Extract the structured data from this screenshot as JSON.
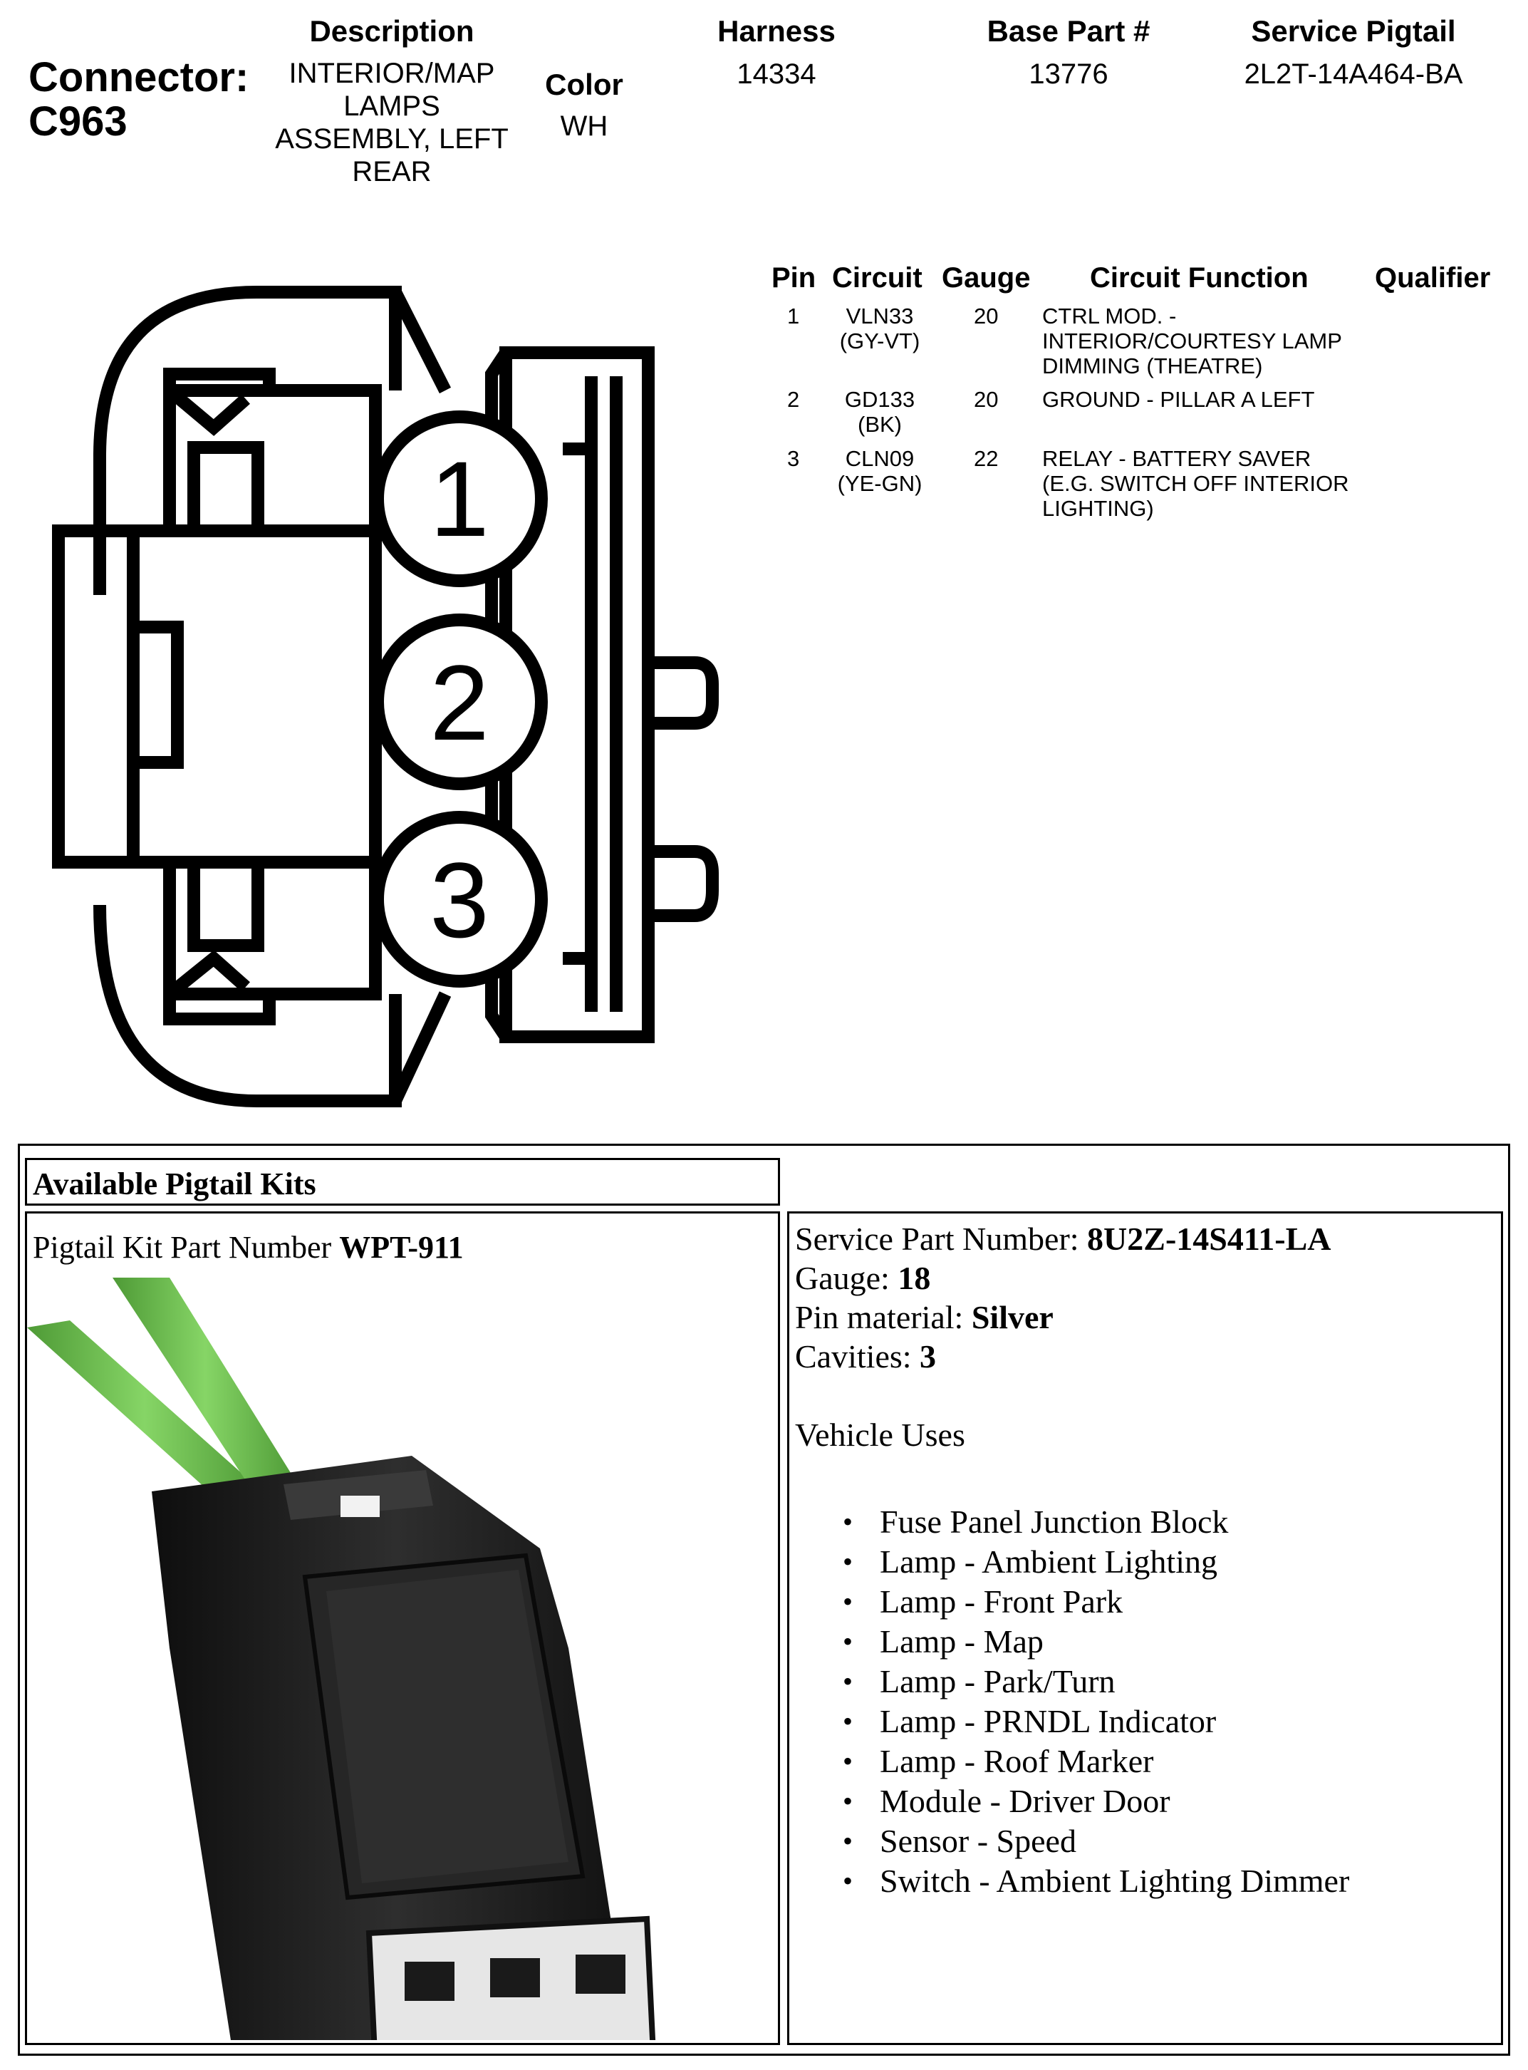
{
  "header": {
    "connector_label": "Connector:",
    "connector_id": "C963",
    "columns": {
      "description": "Description",
      "color": "Color",
      "harness": "Harness",
      "base_part": "Base Part #",
      "service_pigtail": "Service Pigtail"
    },
    "values": {
      "description_lines": [
        "INTERIOR/MAP",
        "LAMPS",
        "ASSEMBLY, LEFT",
        "REAR"
      ],
      "color": "WH",
      "harness": "14334",
      "base_part": "13776",
      "service_pigtail": "2L2T-14A464-BA"
    }
  },
  "pin_table": {
    "headers": {
      "pin": "Pin",
      "circuit": "Circuit",
      "gauge": "Gauge",
      "function": "Circuit Function",
      "qualifier": "Qualifier"
    },
    "rows": [
      {
        "pin": "1",
        "circuit": [
          "VLN33",
          "(GY-VT)"
        ],
        "gauge": "20",
        "function": [
          "CTRL MOD. -",
          "INTERIOR/COURTESY LAMP",
          "DIMMING (THEATRE)"
        ]
      },
      {
        "pin": "2",
        "circuit": [
          "GD133",
          "(BK)"
        ],
        "gauge": "20",
        "function": [
          "GROUND - PILLAR A LEFT"
        ]
      },
      {
        "pin": "3",
        "circuit": [
          "CLN09",
          "(YE-GN)"
        ],
        "gauge": "22",
        "function": [
          "RELAY - BATTERY SAVER",
          "(E.G. SWITCH OFF INTERIOR",
          "LIGHTING)"
        ]
      }
    ]
  },
  "diagram": {
    "pin_labels": [
      "1",
      "2",
      "3"
    ]
  },
  "pigtail": {
    "section_title": "Available Pigtail Kits",
    "kit_label": "Pigtail Kit Part Number ",
    "kit_number": "WPT-911",
    "details": [
      {
        "label": "Service Part Number: ",
        "value": "8U2Z-14S411-LA"
      },
      {
        "label": "Gauge: ",
        "value": "18"
      },
      {
        "label": "Pin material: ",
        "value": "Silver"
      },
      {
        "label": "Cavities: ",
        "value": "3"
      }
    ],
    "vehicle_uses_title": "Vehicle Uses",
    "vehicle_uses": [
      "Fuse Panel Junction Block",
      "Lamp - Ambient Lighting",
      "Lamp - Front Park",
      "Lamp - Map",
      "Lamp - Park/Turn",
      "Lamp - PRNDL Indicator",
      "Lamp - Roof Marker",
      "Module - Driver Door",
      "Sensor - Speed",
      "Switch - Ambient Lighting Dimmer"
    ]
  },
  "colors": {
    "wire": "#6bc04a",
    "connector_body": "#1e1e1e",
    "connector_face": "#e6e6e6"
  }
}
